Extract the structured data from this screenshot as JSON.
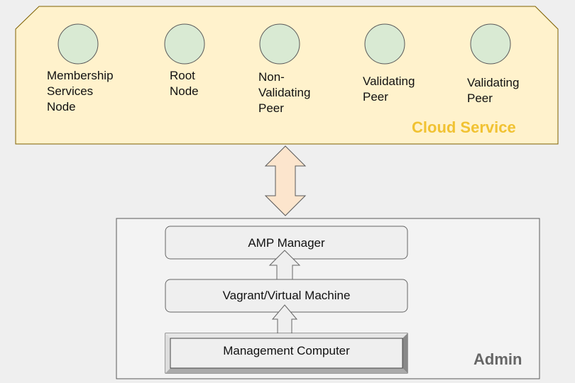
{
  "cloud": {
    "title": "Cloud Service",
    "title_color": "#f1c232",
    "fill": "#fff2cc",
    "border": "#7f6000",
    "nodes": [
      {
        "label": "Membership\nServices\nNode"
      },
      {
        "label": "Root\nNode"
      },
      {
        "label": "Non-\nValidating\nPeer"
      },
      {
        "label": "Validating\nPeer"
      },
      {
        "label": "Validating\nPeer"
      }
    ],
    "node_fill": "#d9ead3"
  },
  "connector": {
    "fill": "#fce5cd"
  },
  "admin": {
    "title": "Admin",
    "title_color": "#666666",
    "layers": [
      {
        "label": "AMP Manager"
      },
      {
        "label": "Vagrant/Virtual Machine"
      },
      {
        "label": "Management Computer"
      }
    ]
  }
}
